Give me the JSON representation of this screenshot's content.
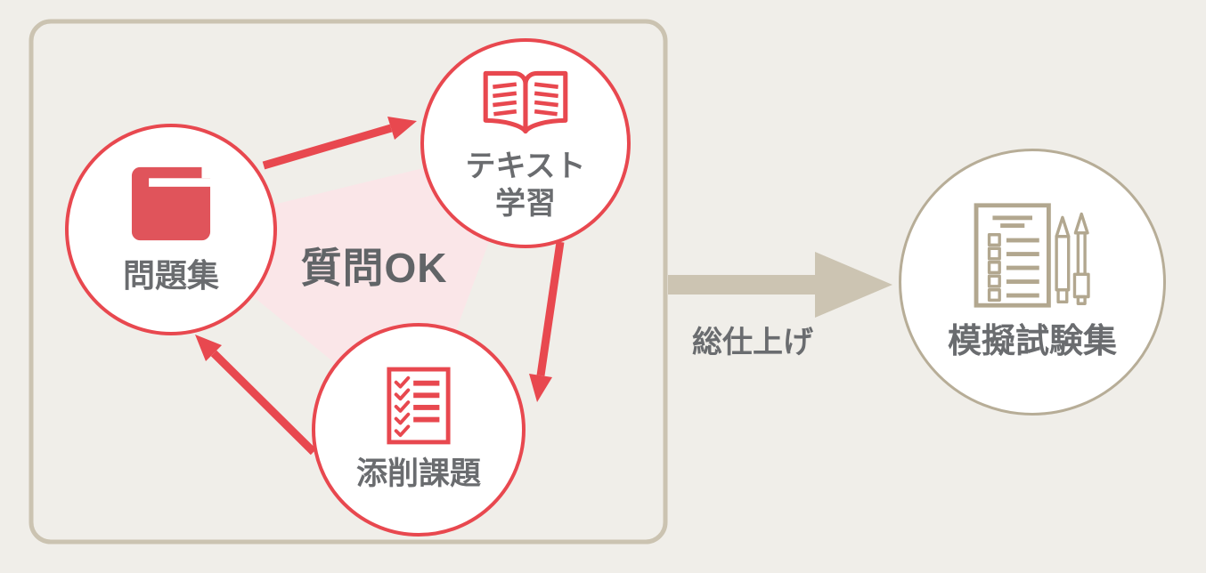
{
  "colors": {
    "background": "#f0eee9",
    "box-border": "#cbc3b1",
    "red": "#e8484f",
    "red-icon": "#e0545b",
    "pink": "#fae6e8",
    "label-gray": "#6a6c6f",
    "center-gray": "#616467",
    "tan": "#b2a78f",
    "tan-border": "#b7ad97",
    "tan-arrow": "#ccc4b2"
  },
  "cycle": {
    "center_label": "質問OK",
    "nodes": [
      {
        "label": "問題集",
        "icon": "closed-book-icon"
      },
      {
        "label_line1": "テキスト",
        "label_line2": "学習",
        "icon": "open-book-icon"
      },
      {
        "label": "添削課題",
        "icon": "checklist-icon"
      }
    ]
  },
  "final_step": {
    "arrow_label": "総仕上げ",
    "node_label": "模擬試験集",
    "icon": "exam-sheet-pencils-icon"
  }
}
